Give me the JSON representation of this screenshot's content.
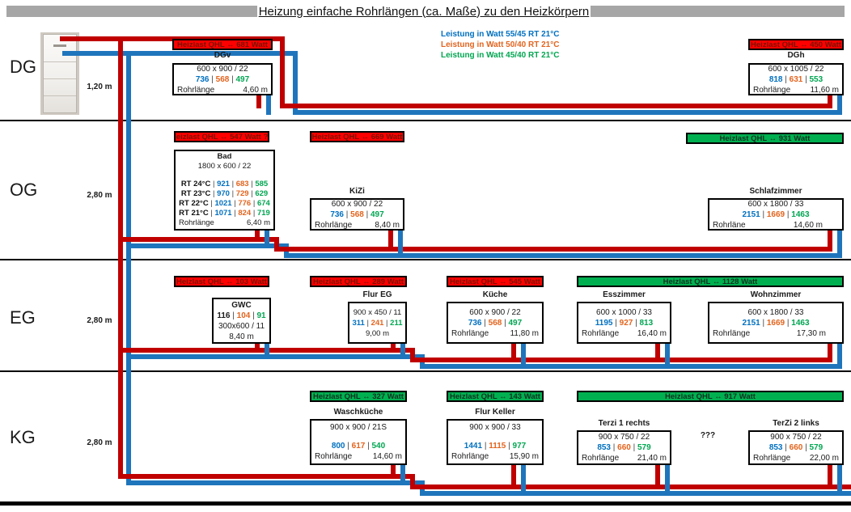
{
  "title": "Heizung einfache Rohrlängen (ca. Maße) zu den Heizkörpern",
  "legend": {
    "items": [
      {
        "text": "Leistung in Watt 55/45  RT 21°C"
      },
      {
        "text": "Leistung in Watt 50/40  RT 21°C"
      },
      {
        "text": "Leistung in Watt 45/40  RT 21°C"
      }
    ]
  },
  "floors": {
    "dg": {
      "label": "DG",
      "height": "1,20 m"
    },
    "og": {
      "label": "OG",
      "height": "2,80 m"
    },
    "eg": {
      "label": "EG",
      "height": "2,80 m"
    },
    "kg": {
      "label": "KG",
      "height": "2,80 m"
    }
  },
  "radiators": {
    "dgv": {
      "badge": "Heizlast QHL ↔ 681 Watt",
      "name": "DGv",
      "size": "600 x 900 / 22",
      "w1": "736",
      "w2": "568",
      "w3": "497",
      "len_label": "Rohrlänge",
      "len": "4,60 m"
    },
    "dgh": {
      "badge": "Heizlast QHL ↔ 450 Watt",
      "name": "DGh",
      "size": "600 x 1005 / 22",
      "w1": "818",
      "w2": "631",
      "w3": "553",
      "len_label": "Rohrlänge",
      "len": "11,60 m"
    },
    "bad": {
      "badge": "Heizlast QHL ↔ 547 Watt ??",
      "name": "Bad",
      "size": "1800 x 600 / 22",
      "rows": [
        {
          "label": "RT 24°C",
          "v1": "921",
          "v2": "683",
          "v3": "585"
        },
        {
          "label": "RT 23°C",
          "v1": "970",
          "v2": "729",
          "v3": "629"
        },
        {
          "label": "RT 22°C",
          "v1": "1021",
          "v2": "776",
          "v3": "674"
        },
        {
          "label": "RT 21°C",
          "v1": "1071",
          "v2": "824",
          "v3": "719"
        }
      ],
      "len_label": "Rohrlänge",
      "len": "6,40 m"
    },
    "kizi": {
      "badge": "Heizlast QHL ↔ 669 Watt",
      "name": "KiZi",
      "size": "600 x 900 / 22",
      "w1": "736",
      "w2": "568",
      "w3": "497",
      "len_label": "Rohrlänge",
      "len": "8,40 m"
    },
    "schlafzimmer": {
      "badge": "Heizlast QHL ↔ 931 Watt",
      "name": "Schlafzimmer",
      "size": "600 x 1800 / 33",
      "w1": "2151",
      "w2": "1669",
      "w3": "1463",
      "len_label": "Rohrläne",
      "len": "14,60 m"
    },
    "gwc": {
      "badge": "Heizlast QHL ↔ 103 Watt",
      "name": "GWC",
      "w1": "116",
      "w2": "104",
      "w3": "91",
      "size": "300x600 / 11",
      "len": "8,40 m"
    },
    "flur_eg": {
      "badge": "Heizlast QHL ↔ 289 Watt",
      "name": "Flur EG",
      "size": "900 x 450 / 11",
      "w1": "311",
      "w2": "241",
      "w3": "211",
      "len": "9,00 m"
    },
    "kueche": {
      "badge": "Heizlast QHL ↔ 545 Watt",
      "name": "Küche",
      "size": "600 x 900 / 22",
      "w1": "736",
      "w2": "568",
      "w3": "497",
      "len_label": "Rohrlänge",
      "len": "11,80 m"
    },
    "ess_wohn": {
      "badge": "Heizlast QHL ↔ 1128 Watt"
    },
    "esszimmer": {
      "name": "Esszimmer",
      "size": "600 x 1000 / 33",
      "w1": "1195",
      "w2": "927",
      "w3": "813",
      "len_label": "Rohrlänge",
      "len": "16,40 m"
    },
    "wohnzimmer": {
      "name": "Wohnzimmer",
      "size": "600 x 1800 / 33",
      "w1": "2151",
      "w2": "1669",
      "w3": "1463",
      "len_label": "Rohrlänge",
      "len": "17,30 m"
    },
    "waschkueche": {
      "badge": "Heizlast QHL ↔ 327 Watt",
      "name": "Waschküche",
      "size": "900 x 900 / 21S",
      "w1": "800",
      "w2": "617",
      "w3": "540",
      "len_label": "Rohrlänge",
      "len": "14,60 m"
    },
    "flur_keller": {
      "badge": "Heizlast QHL ↔ 143 Watt",
      "name": "Flur Keller",
      "size": "900 x 900 / 33",
      "w1": "1441",
      "w2": "1115",
      "w3": "977",
      "len_label": "Rohrlänge",
      "len": "15,90 m"
    },
    "terzi": {
      "badge": "Heizlast QHL ↔ 917 Watt"
    },
    "terzi1": {
      "name": "Terzi 1 rechts",
      "size": "900 x 750 / 22",
      "w1": "853",
      "w2": "660",
      "w3": "579",
      "len_label": "Rohrlänge",
      "len": "21,40 m"
    },
    "terzi2": {
      "name": "TerZi 2 links",
      "size": "900 x 750 / 22",
      "w1": "853",
      "w2": "660",
      "w3": "579",
      "len_label": "Rohrlänge",
      "len": "22,00 m"
    }
  },
  "notes": {
    "unknown": "???"
  },
  "colors": {
    "pipe_red": "#C00000",
    "pipe_blue": "#1F75BC",
    "badge_red_bg": "#FF0000",
    "badge_red_text": "#7A1200",
    "badge_green_bg": "#00B050",
    "badge_green_text": "#0D3320",
    "value_blue": "#0070C0",
    "value_orange": "#E3641E",
    "value_green": "#00A651",
    "header_gray": "#A6A6A6"
  }
}
